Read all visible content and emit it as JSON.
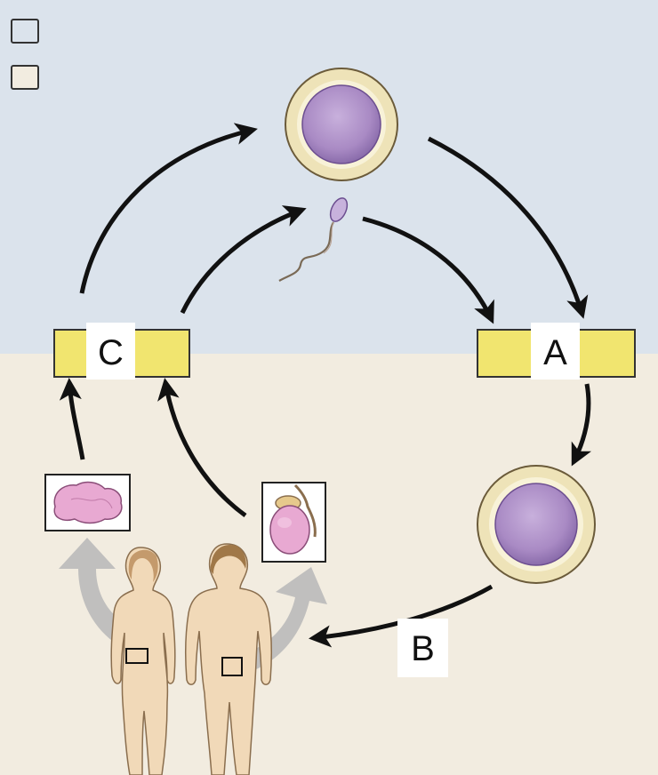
{
  "labels": {
    "a": "A",
    "b": "B",
    "c": "C"
  },
  "colors": {
    "upper_band": "#dbe3ec",
    "lower_band": "#f2ece0",
    "bar_fill": "#f1e56f",
    "nucleus": "#a98ac4",
    "cell_ring": "#eee3b8",
    "arrow": "#111111",
    "gray_arrow": "#b7b7b7",
    "organ_pink": "#e8a9d2",
    "skin": "#f1d9b8"
  },
  "icons": {
    "egg_cell": "egg-cell-icon",
    "zygote_cell": "zygote-cell-icon",
    "sperm": "sperm-icon",
    "ovary": "ovary-icon",
    "testis": "testis-icon",
    "female_figure": "female-figure-icon",
    "male_figure": "male-figure-icon"
  }
}
